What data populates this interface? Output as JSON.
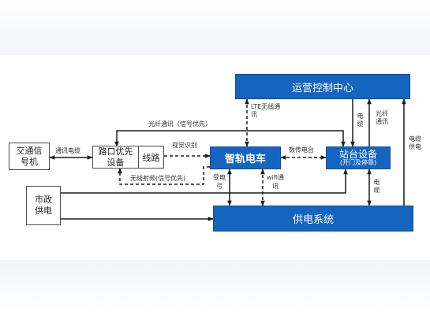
{
  "nodes": {
    "ops_center": "运营控制中心",
    "tram": "智轨电车",
    "station": "站台设备",
    "station_sub": "(开门及停靠)",
    "power": "供电系统",
    "traffic_signal": "交通信号机",
    "intersection": "路口优先设备",
    "line": "线路",
    "municipal": "市政供电"
  },
  "edges": {
    "fiber_priority": "光纤通讯（信号优先）",
    "lte": "LTE无线通讯",
    "comm_cable": "通讯电缆",
    "visual_recog": "视觉识别",
    "wireless_rf": "无线射频(信号优先)",
    "digital_platform": "数传电台",
    "power_receive": "受电弓",
    "wifi": "wifi通讯",
    "cable_a": "电缆",
    "fiber_comm": "光纤通讯",
    "cable_b": "电缆",
    "cable_supply": "电缆供电"
  },
  "colors": {
    "blue_box": "#1565c0",
    "line": "#1a1a1a"
  }
}
